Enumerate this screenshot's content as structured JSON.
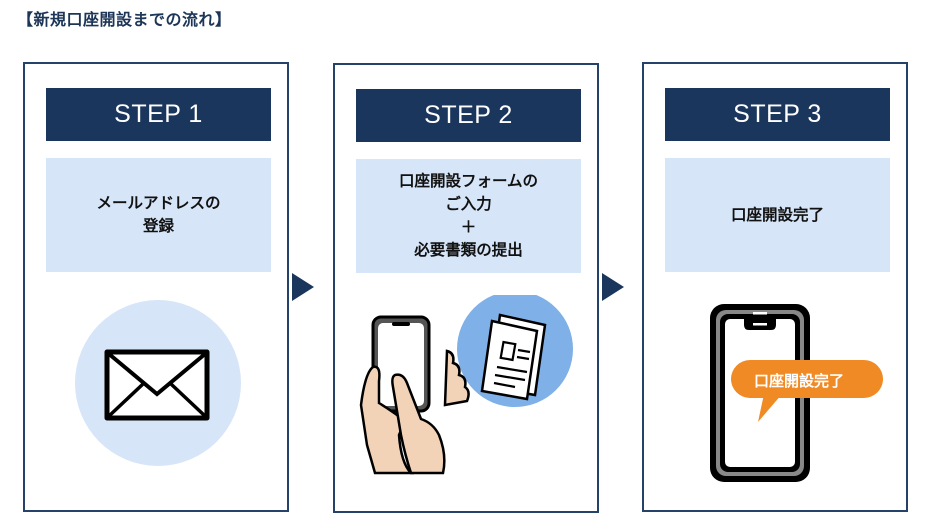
{
  "title": "【新規口座開設までの流れ】",
  "colors": {
    "navy": "#1b365d",
    "light_blue": "#d6e5f8",
    "mid_blue": "#7fb0e8",
    "orange": "#f08a24",
    "skin": "#f2d3b8"
  },
  "steps": [
    {
      "label": "STEP 1",
      "description_lines": [
        "メールアドレスの",
        "登録"
      ],
      "icon": "envelope-icon"
    },
    {
      "label": "STEP 2",
      "description_lines": [
        "口座開設フォームの",
        "ご入力",
        "＋",
        "必要書類の提出"
      ],
      "icon": "hand-smartphone-document-icon"
    },
    {
      "label": "STEP 3",
      "description_lines": [
        "口座開設完了"
      ],
      "icon": "smartphone-complete-icon",
      "bubble_text": "口座開設完了"
    }
  ],
  "arrows": [
    "arrow-right-icon",
    "arrow-right-icon"
  ]
}
